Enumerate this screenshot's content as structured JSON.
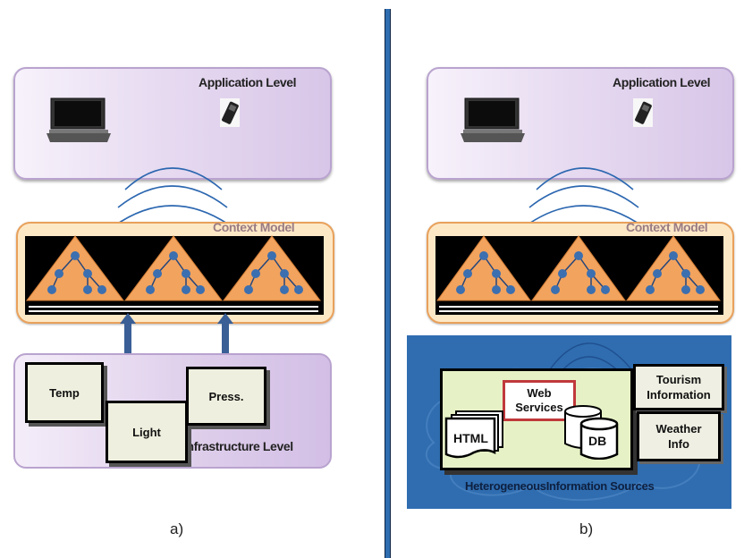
{
  "panels": [
    {
      "caption": "a)",
      "application_label": "Application Level",
      "context_label": "Context Model",
      "infrastructure_label": "Infrastructure Level",
      "sensors": [
        "Temp",
        "Light",
        "Press."
      ]
    },
    {
      "caption": "b)",
      "application_label": "Application Level",
      "context_label": "Context Model",
      "sources_label": "HeterogeneousInformation Sources",
      "web_services_label": "Web\nServices",
      "html_label": "HTML",
      "db_label": "DB",
      "tourism_label": "Tourism\nInformation",
      "weather_label": "Weather\nInfo"
    }
  ],
  "colors": {
    "application_level": "#e3d6f0",
    "context_model": "#fde8c6",
    "triangle": "#f2a35e",
    "tree_node": "#3b6fb0",
    "information_sources": "#2f6db0",
    "divider": "#2f6db0"
  },
  "icons": [
    "laptop-icon",
    "mobile-phone-icon",
    "wireless-signal-icon",
    "tree-hierarchy-icon",
    "database-icon",
    "document-stack-icon",
    "up-arrow-icon"
  ]
}
